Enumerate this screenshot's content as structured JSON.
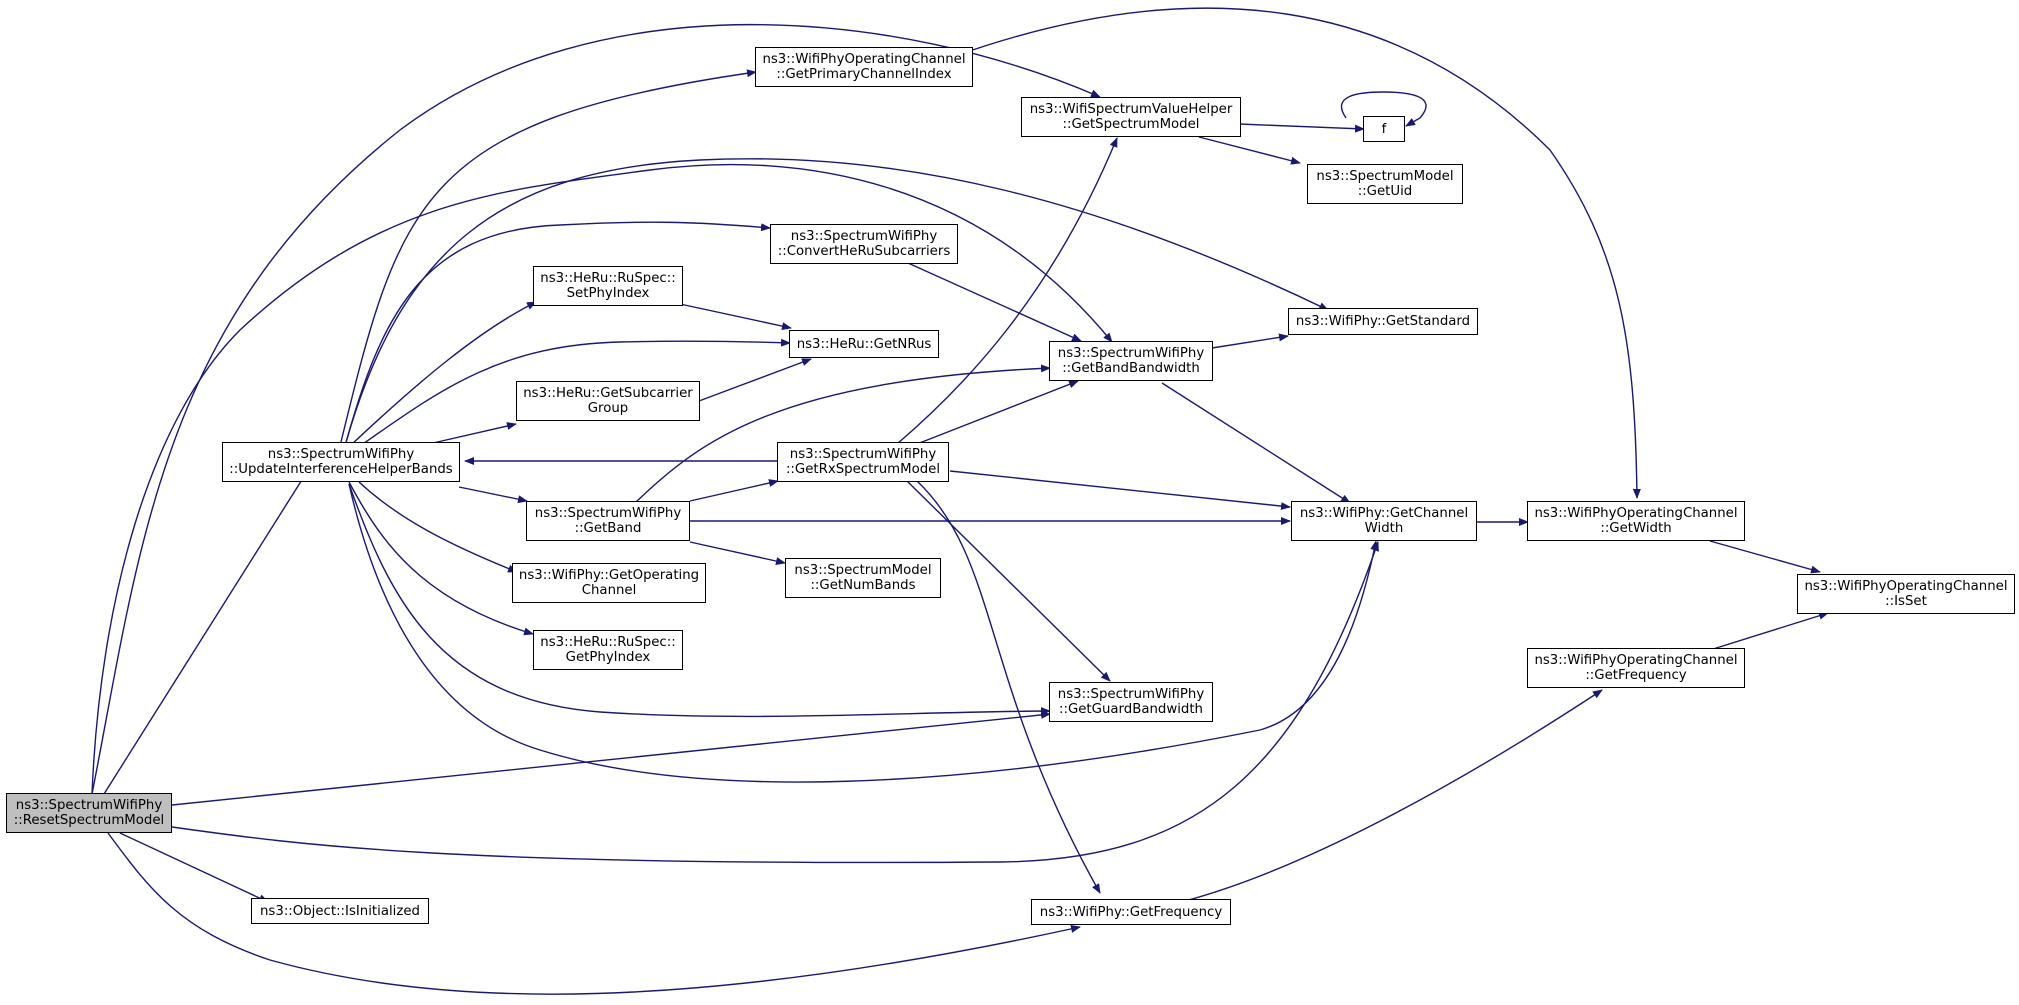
{
  "diagram": {
    "edge_color": "#191970",
    "root_fill": "#bfbfbf",
    "nodes": [
      {
        "id": "reset",
        "label": "ns3::SpectrumWifiPhy\n::ResetSpectrumModel",
        "root": true
      },
      {
        "id": "update",
        "label": "ns3::SpectrumWifiPhy\n::UpdateInterferenceHelperBands"
      },
      {
        "id": "isinit",
        "label": "ns3::Object::IsInitialized"
      },
      {
        "id": "primidx",
        "label": "ns3::WifiPhyOperatingChannel\n::GetPrimaryChannelIndex"
      },
      {
        "id": "convert",
        "label": "ns3::SpectrumWifiPhy\n::ConvertHeRuSubcarriers"
      },
      {
        "id": "setphy",
        "label": "ns3::HeRu::RuSpec::\nSetPhyIndex"
      },
      {
        "id": "getnrus",
        "label": "ns3::HeRu::GetNRus"
      },
      {
        "id": "subgrp",
        "label": "ns3::HeRu::GetSubcarrier\nGroup"
      },
      {
        "id": "getband",
        "label": "ns3::SpectrumWifiPhy\n::GetBand"
      },
      {
        "id": "getopch",
        "label": "ns3::WifiPhy::GetOperating\nChannel"
      },
      {
        "id": "getphy",
        "label": "ns3::HeRu::RuSpec::\nGetPhyIndex"
      },
      {
        "id": "rxspec",
        "label": "ns3::SpectrumWifiPhy\n::GetRxSpectrumModel"
      },
      {
        "id": "numbands",
        "label": "ns3::SpectrumModel\n::GetNumBands"
      },
      {
        "id": "bandbw",
        "label": "ns3::SpectrumWifiPhy\n::GetBandBandwidth"
      },
      {
        "id": "guardbw",
        "label": "ns3::SpectrumWifiPhy\n::GetGuardBandwidth"
      },
      {
        "id": "getfreq",
        "label": "ns3::WifiPhy::GetFrequency"
      },
      {
        "id": "specval",
        "label": "ns3::WifiSpectrumValueHelper\n::GetSpectrumModel"
      },
      {
        "id": "f",
        "label": "f"
      },
      {
        "id": "uid",
        "label": "ns3::SpectrumModel\n::GetUid"
      },
      {
        "id": "standard",
        "label": "ns3::WifiPhy::GetStandard"
      },
      {
        "id": "chwidth",
        "label": "ns3::WifiPhy::GetChannel\nWidth"
      },
      {
        "id": "opwidth",
        "label": "ns3::WifiPhyOperatingChannel\n::GetWidth"
      },
      {
        "id": "opfreq",
        "label": "ns3::WifiPhyOperatingChannel\n::GetFrequency"
      },
      {
        "id": "isset",
        "label": "ns3::WifiPhyOperatingChannel\n::IsSet"
      }
    ]
  }
}
